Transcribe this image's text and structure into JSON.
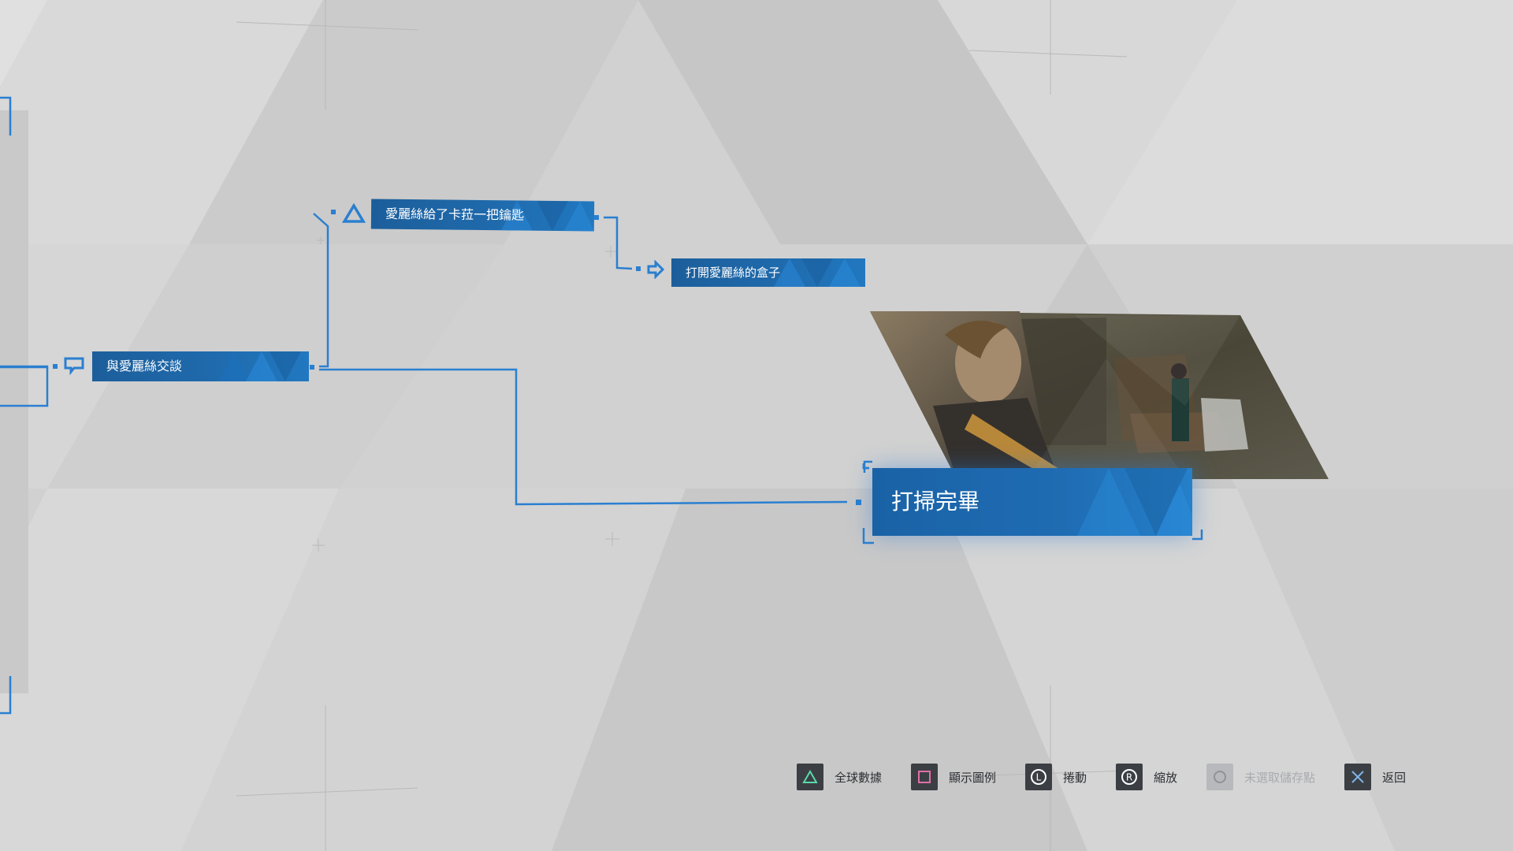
{
  "nodes": {
    "talk": "與愛麗絲交談",
    "key": "愛麗絲給了卡菈一把鑰匙",
    "box": "打開愛麗絲的盒子",
    "finish": "打掃完畢"
  },
  "footer": {
    "global_stats": "全球數據",
    "legend": "顯示圖例",
    "scroll": "捲動",
    "zoom": "縮放",
    "no_checkpoint": "未選取儲存點",
    "back": "返回"
  },
  "icons": {
    "talk": "speech-bubble-icon",
    "key": "triangle-icon",
    "box": "arrow-right-icon",
    "global_stats": "triangle-button-icon",
    "legend": "square-button-icon",
    "scroll": "l-stick-icon",
    "zoom": "r-stick-icon",
    "no_checkpoint": "circle-button-icon",
    "back": "cross-button-icon"
  },
  "colors": {
    "accent": "#1f6aac",
    "line": "#2a7fd0",
    "triangle_button": "#5ad9a8",
    "square_button": "#e06fa6",
    "cross_button": "#7fb4e8"
  }
}
